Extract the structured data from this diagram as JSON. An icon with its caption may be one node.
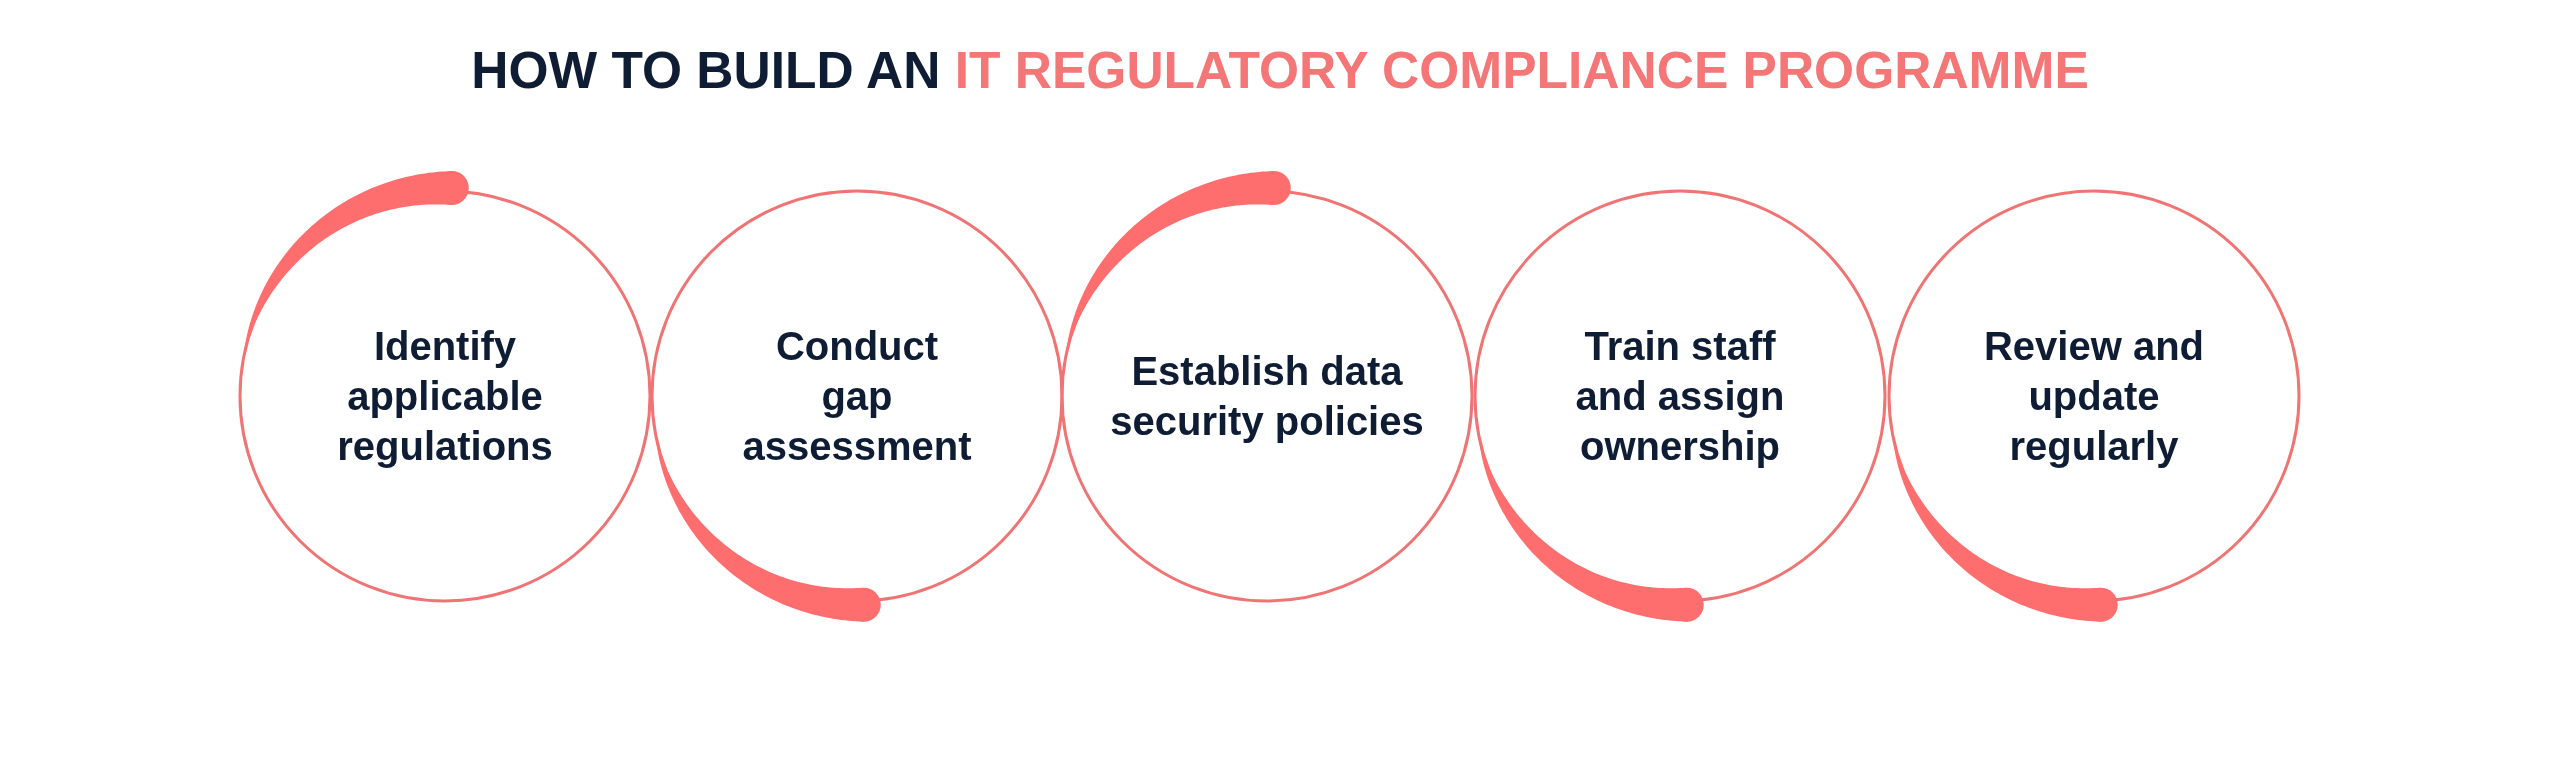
{
  "diagram": {
    "title": "HOW TO BUILD AN **IT REGULATORY COMPLIANCE PROGRAMME**",
    "nodes": [
      {
        "text": [
          "Identify applicable regulations"
        ]
      },
      {
        "text": [
          "Conduct gap assessment"
        ]
      },
      {
        "text": [
          "Establish data security policies"
        ]
      },
      {
        "text": [
          "Train staff and assign ownership"
        ]
      },
      {
        "text": [
          "Review and update regularly"
        ]
      }
    ]
  }
}
